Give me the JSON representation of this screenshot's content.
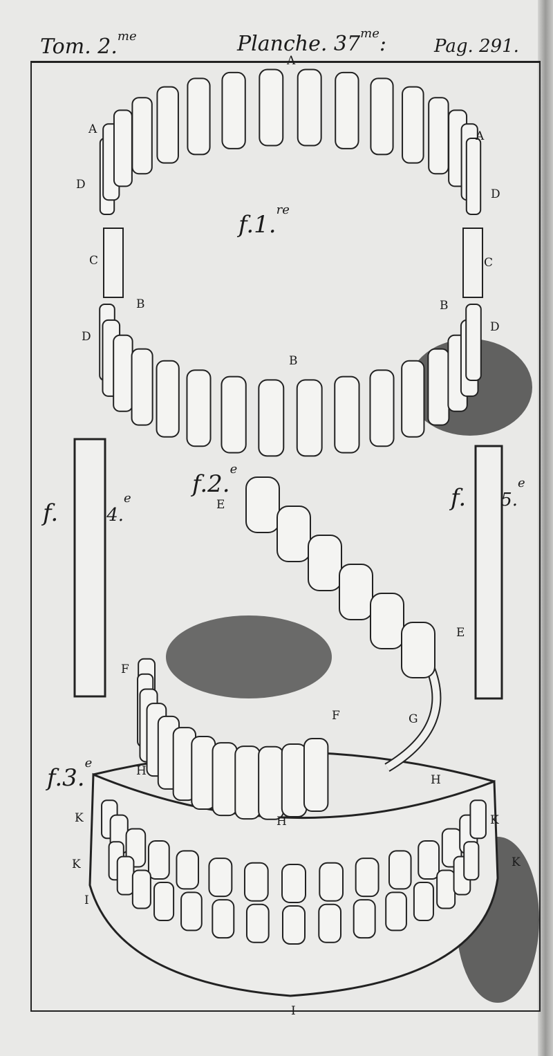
{
  "header": {
    "tome": "Tom. 2.",
    "tome_sup": "me",
    "plate": "Planche. 37",
    "plate_sup": "me",
    "plate_end": ":",
    "page": "Pag. 291."
  },
  "figures": {
    "f1": {
      "text": "f.1.",
      "sup": "re"
    },
    "f2": {
      "text": "f.2.",
      "sup": "e"
    },
    "f3": {
      "text": "f.3.",
      "sup": "e"
    },
    "f4": {
      "text": "f.",
      "num": "4.",
      "sup": "e"
    },
    "f5": {
      "text": "f.",
      "num": "5.",
      "sup": "e"
    }
  },
  "labels": [
    "A",
    "A",
    "A",
    "D",
    "D",
    "C",
    "C",
    "B",
    "B",
    "D",
    "D",
    "B",
    "E",
    "E",
    "F",
    "F",
    "G",
    "H",
    "H",
    "H",
    "K",
    "K",
    "K",
    "K",
    "I",
    "I"
  ]
}
